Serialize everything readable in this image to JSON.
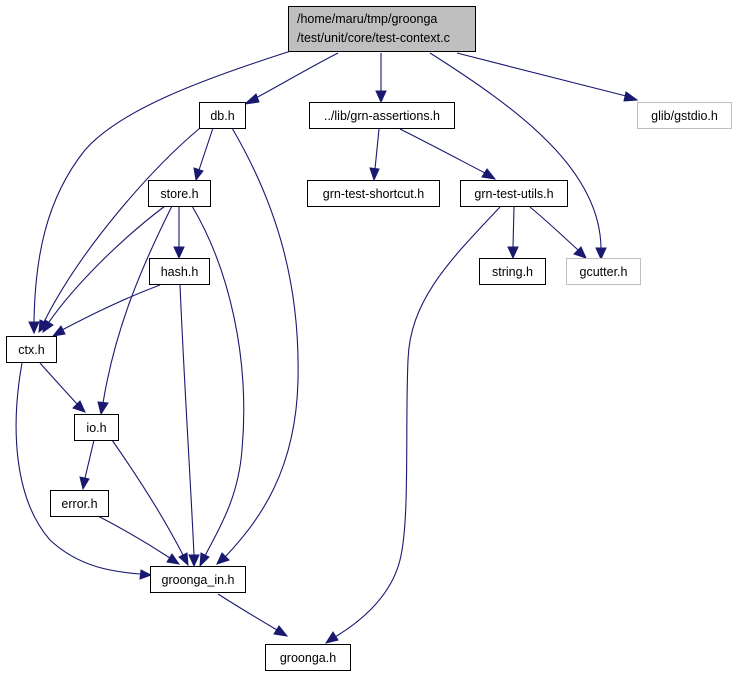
{
  "graph": {
    "root": {
      "line1": "/home/maru/tmp/groonga",
      "line2": "/test/unit/core/test-context.c"
    },
    "nodes": {
      "db_h": "db.h",
      "grn_assertions_h": "../lib/grn-assertions.h",
      "glib_gstdio_h": "glib/gstdio.h",
      "store_h": "store.h",
      "grn_test_shortcut_h": "grn-test-shortcut.h",
      "grn_test_utils_h": "grn-test-utils.h",
      "hash_h": "hash.h",
      "string_h": "string.h",
      "gcutter_h": "gcutter.h",
      "ctx_h": "ctx.h",
      "io_h": "io.h",
      "error_h": "error.h",
      "groonga_in_h": "groonga_in.h",
      "groonga_h": "groonga.h"
    }
  },
  "colors": {
    "edge": "#191970",
    "root_fill": "#bfbfbf",
    "node_border": "#000000",
    "external_border": "#bfbfbf"
  }
}
